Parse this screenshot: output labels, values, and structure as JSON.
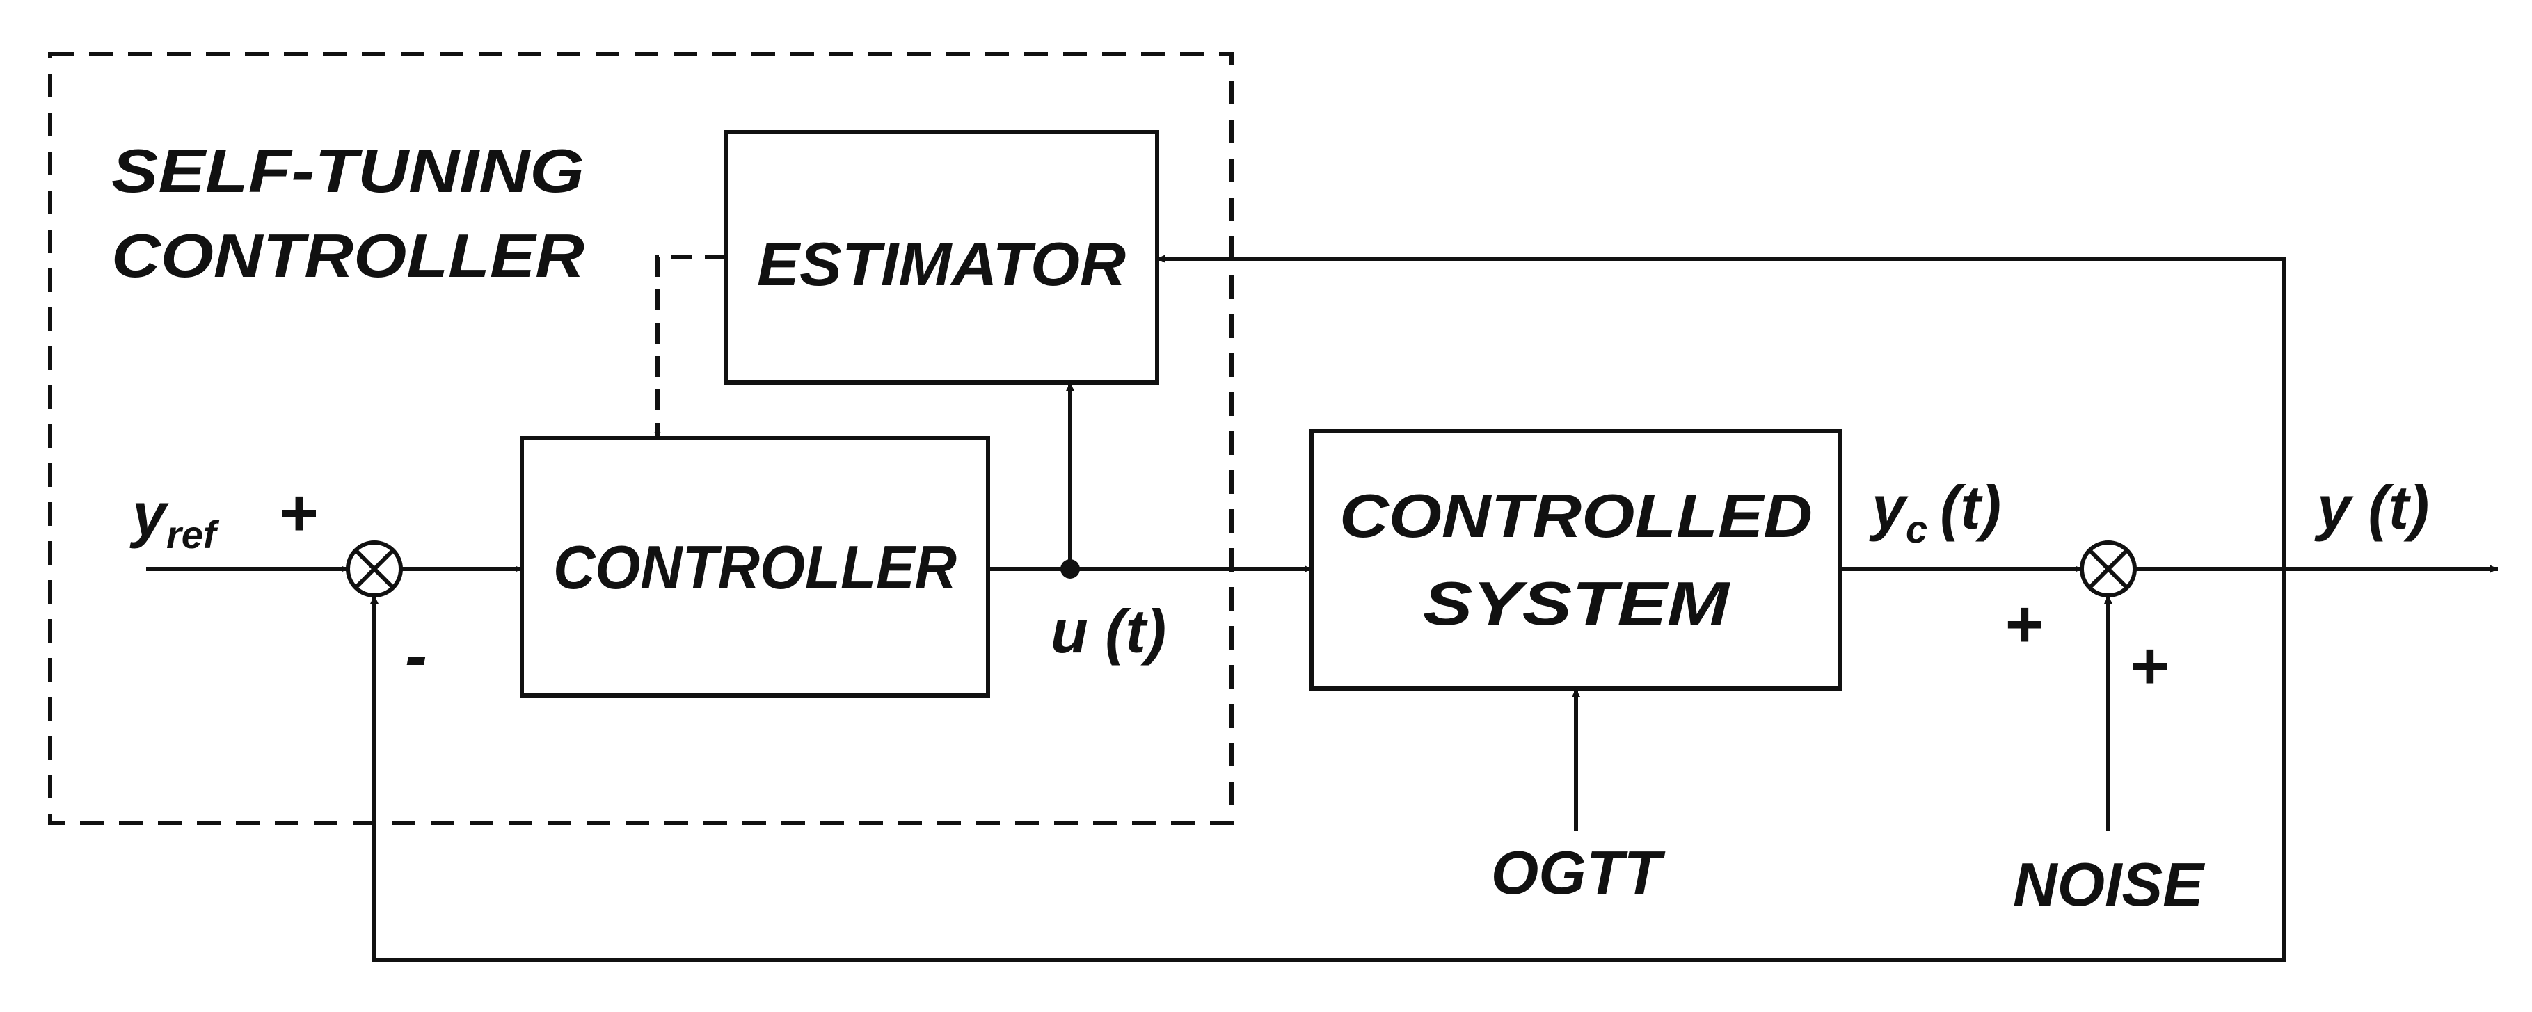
{
  "diagram": {
    "title_line1": "SELF-TUNING",
    "title_line2": "CONTROLLER",
    "blocks": {
      "estimator": "ESTIMATOR",
      "controller": "CONTROLLER",
      "system_line1": "CONTROLLED",
      "system_line2": "SYSTEM"
    },
    "signals": {
      "y_ref_main": "y",
      "y_ref_sub": "ref",
      "u": "u (t)",
      "yc_main": "y",
      "yc_sub": "c",
      "yc_arg": "(t)",
      "y_out": "y (t)",
      "ogtt": "OGTT",
      "noise": "NOISE"
    },
    "signs": {
      "ref_plus": "+",
      "feedback_minus": "-",
      "yc_plus": "+",
      "noise_plus": "+"
    },
    "colors": {
      "line": "#111111",
      "background": "#ffffff"
    }
  }
}
